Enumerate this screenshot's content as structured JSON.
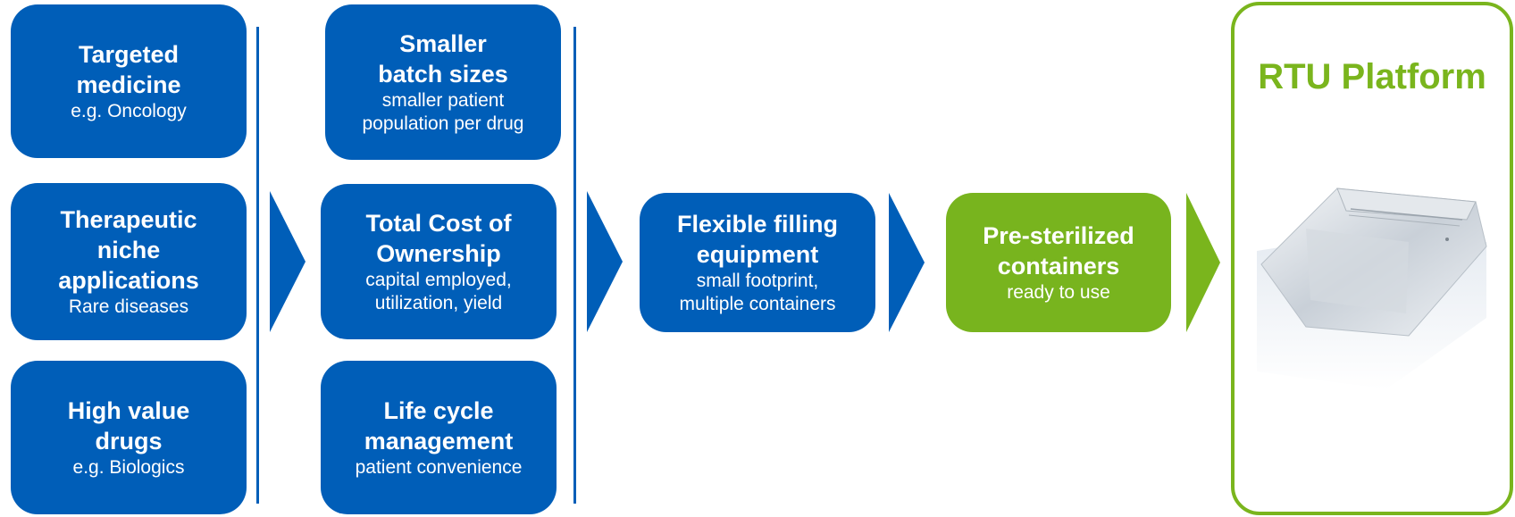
{
  "colors": {
    "blue": "#005EB8",
    "green": "#7AB51D"
  },
  "column1": [
    {
      "title": "Targeted\nmedicine",
      "subtitle": "e.g. Oncology"
    },
    {
      "title": "Therapeutic\nniche\napplications",
      "subtitle": "Rare diseases"
    },
    {
      "title": "High value\ndrugs",
      "subtitle": "e.g. Biologics"
    }
  ],
  "column2": [
    {
      "title": "Smaller\nbatch sizes",
      "subtitle": "smaller patient\npopulation  per drug"
    },
    {
      "title": "Total Cost of\nOwnership",
      "subtitle": "capital employed,\nutilization, yield"
    },
    {
      "title": "Life cycle\nmanagement",
      "subtitle": "patient convenience"
    }
  ],
  "filling": {
    "title": "Flexible filling\nequipment",
    "subtitle": "small footprint,\nmultiple containers"
  },
  "containers": {
    "title": "Pre-sterilized\ncontainers",
    "subtitle": "ready to use"
  },
  "platform": {
    "title": "RTU Platform",
    "image": "sterile-nest-tub-package"
  }
}
